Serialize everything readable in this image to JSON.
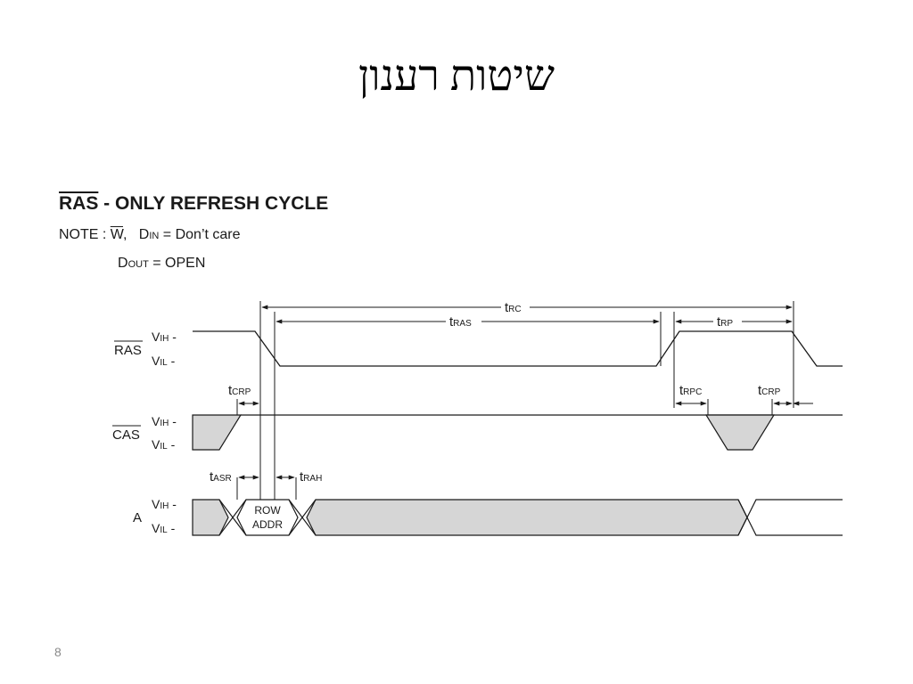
{
  "slide": {
    "title": "שיטות רענון",
    "page_number": "8"
  },
  "diagram": {
    "heading_over": "RAS",
    "heading_rest": " - ONLY REFRESH CYCLE",
    "note_prefix": "NOTE : ",
    "note_w": "W",
    "note_comma": ",",
    "note_d": "D",
    "note_in": "IN",
    "note_dontcare": " = Don’t care",
    "dout_d": "D",
    "dout_out": "OUT",
    "dout_open": " = OPEN",
    "signals": {
      "ras": "RAS",
      "cas": "CAS",
      "addr": "A",
      "vih_v": "V",
      "vih_sub": "IH",
      "vil_v": "V",
      "vil_sub": "IL",
      "dash": " -"
    },
    "row_addr_line1": "ROW",
    "row_addr_line2": "ADDR",
    "timings": {
      "t": "t",
      "rc": "RC",
      "ras": "RAS",
      "rp": "RP",
      "crp": "CRP",
      "rpc": "RPC",
      "asr": "ASR",
      "rah": "RAH"
    }
  }
}
